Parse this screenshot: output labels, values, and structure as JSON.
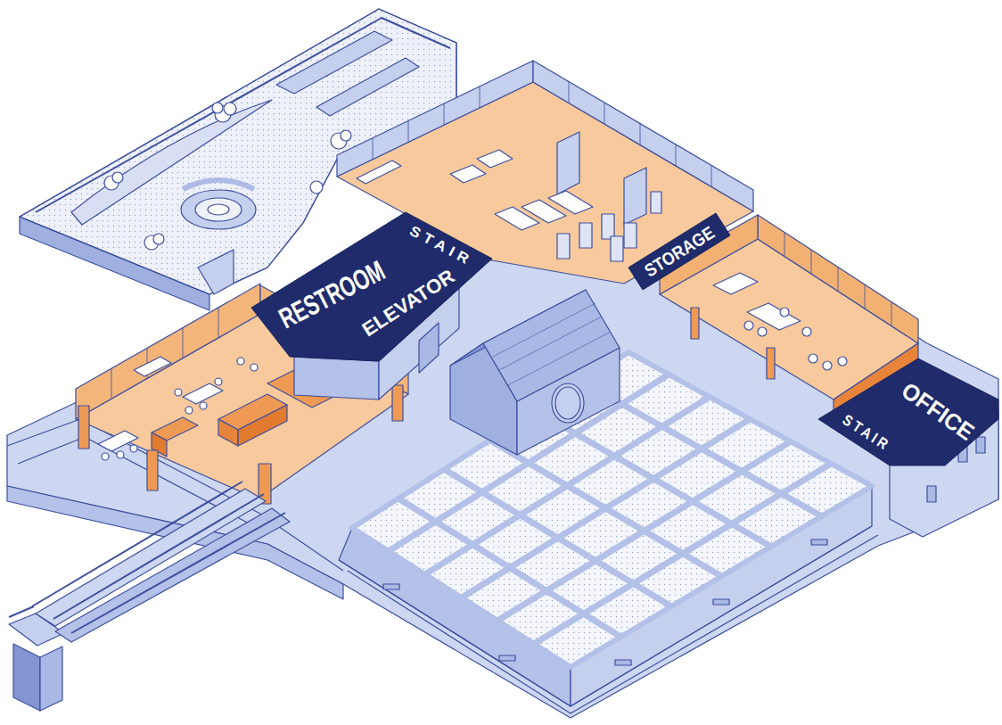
{
  "diagram": {
    "nodes": [
      {
        "text": [
          "RESTROOM",
          "STAIR",
          "ELEVATOR"
        ]
      },
      {
        "text": [
          "STORAGE"
        ]
      },
      {
        "text": [
          "OFFICE",
          "STAIR"
        ]
      }
    ]
  }
}
